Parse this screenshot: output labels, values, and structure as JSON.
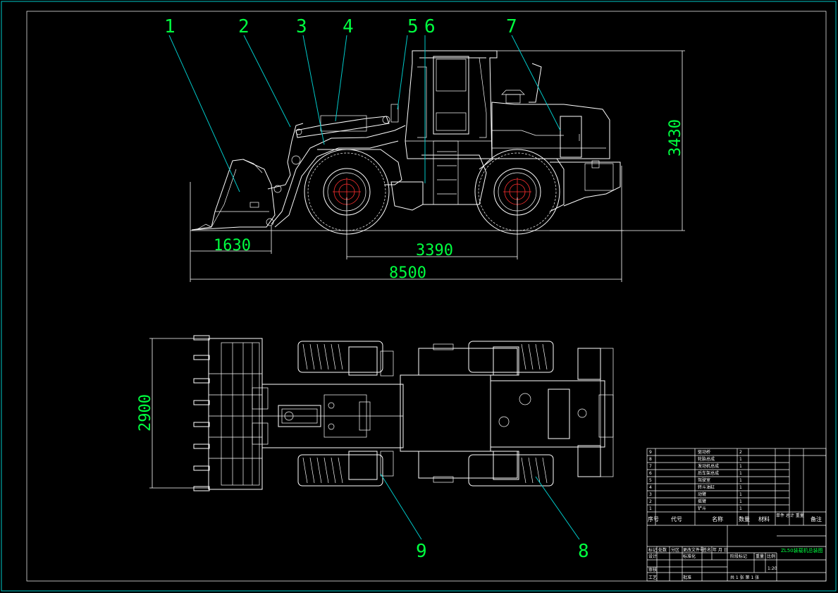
{
  "callouts": {
    "c1": "1",
    "c2": "2",
    "c3": "3",
    "c4": "4",
    "c5": "5",
    "c6": "6",
    "c7": "7",
    "c8": "8",
    "c9": "9"
  },
  "dimensions": {
    "overall_length": "8500",
    "wheelbase": "3390",
    "front_overhang": "1630",
    "overall_height": "3430",
    "bucket_width": "2900"
  },
  "title_block": {
    "drawing_title": "ZL50装载机总装图",
    "scale": "1:20",
    "sheet_info": "共 1 张 第 1 张",
    "header_seq": "序号",
    "header_code": "代号",
    "header_name": "名称",
    "header_qty": "数量",
    "header_material": "材料",
    "header_weight": "单件 总计 重量",
    "header_remark": "备注",
    "signature_labels": [
      "标记",
      "处数",
      "分区",
      "更改文件号",
      "签名",
      "年 月 日",
      "设计",
      "标准化",
      "审核",
      "工艺",
      "批准",
      "阶段标记",
      "重量",
      "比例"
    ],
    "parts": [
      {
        "no": "9",
        "name": "驱动桥",
        "qty": "2"
      },
      {
        "no": "8",
        "name": "轮胎总成",
        "qty": "1"
      },
      {
        "no": "7",
        "name": "发动机总成",
        "qty": "1"
      },
      {
        "no": "6",
        "name": "后车架总成",
        "qty": "1"
      },
      {
        "no": "5",
        "name": "驾驶室",
        "qty": "1"
      },
      {
        "no": "4",
        "name": "转斗油缸",
        "qty": "1"
      },
      {
        "no": "3",
        "name": "动臂",
        "qty": "1"
      },
      {
        "no": "2",
        "name": "摇臂",
        "qty": "1"
      },
      {
        "no": "1",
        "name": "铲斗",
        "qty": "1"
      }
    ]
  },
  "colors": {
    "background": "#000000",
    "linework": "#ffffff",
    "leaders_frame": "#00c8c8",
    "annotation_text": "#00ff40",
    "hub_center": "#ff3030"
  }
}
